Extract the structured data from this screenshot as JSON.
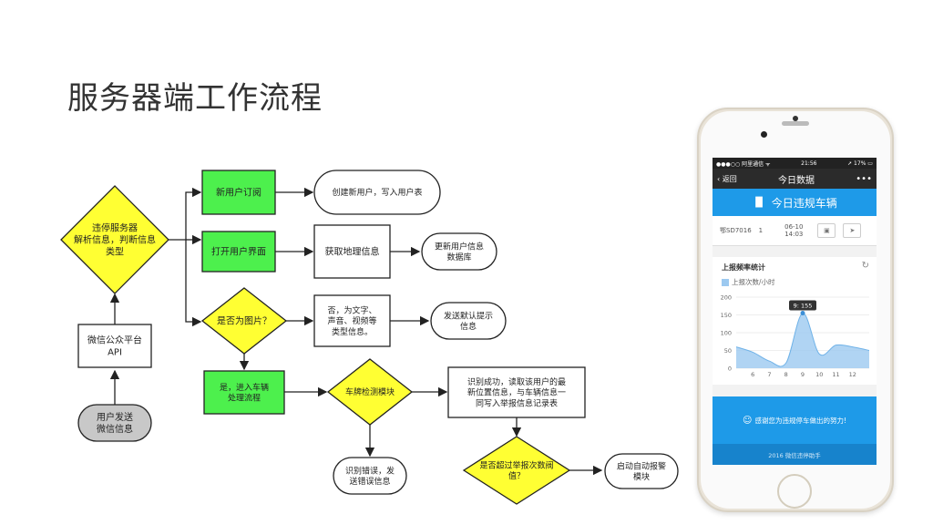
{
  "page": {
    "title": "服务器端工作流程"
  },
  "flow": {
    "n_user_send": [
      "用户发送",
      "微信信息"
    ],
    "n_api": [
      "微信公众平台",
      "API"
    ],
    "n_parse": [
      "违停服务器",
      "解析信息，判断信息",
      "类型"
    ],
    "n_subscribe": [
      "新用户订阅"
    ],
    "n_create": [
      "创建新用户，写入用户表"
    ],
    "n_open": [
      "打开用户界面"
    ],
    "n_geo": [
      "获取地理信息"
    ],
    "n_update": [
      "更新用户信息",
      "数据库"
    ],
    "n_is_image": [
      "是否为图片？"
    ],
    "n_other": [
      "否，为文字、",
      "声音、视频等",
      "类型信息。"
    ],
    "n_default": [
      "发送默认提示",
      "信息"
    ],
    "n_yes_vehicle": [
      "是，进入车辆",
      "处理流程"
    ],
    "n_plate": [
      "车牌检测模块"
    ],
    "n_success": [
      "识别成功，读取该用户的最",
      "新位置信息，与车辆信息一",
      "同写入举报信息记录表"
    ],
    "n_error": [
      "识别错误，发",
      "送错误信息"
    ],
    "n_threshold": [
      "是否超过举报次数阀",
      "值？"
    ],
    "n_alarm": [
      "启动自动报警",
      "模块"
    ]
  },
  "phone": {
    "status_left": "●●●○○ 阿里通信 ᯤ",
    "status_time": "21:56",
    "status_right": "➚ 17% ▭",
    "nav_back": "‹ 返回",
    "nav_title": "今日数据",
    "nav_more": "•••",
    "banner_title": "今日违规车辆",
    "record": {
      "plate": "鄂SD7016",
      "count": "1",
      "date": "06-10",
      "time": "14:03"
    },
    "chart_title": "上报频率统计",
    "legend": "上报次数/小时",
    "footer_msg": "感谢您为违规停车做出的努力!",
    "copyright": "2016 微信违停助手"
  },
  "chart_data": {
    "type": "area",
    "x": [
      5,
      6,
      7,
      8,
      9,
      10,
      11,
      12,
      13
    ],
    "values": [
      60,
      45,
      20,
      15,
      155,
      40,
      65,
      60,
      50
    ],
    "xticks": [
      "6",
      "7",
      "8",
      "9",
      "10",
      "11",
      "12"
    ],
    "yticks": [
      "0",
      "50",
      "100",
      "150",
      "200"
    ],
    "ylim": [
      0,
      200
    ],
    "tooltip": "9: 155",
    "color": "#9cc9f0"
  },
  "colors": {
    "diamond": "#ffff33",
    "green_box": "#4df04d",
    "start": "#c8c8c8",
    "accent": "#1e9ae8"
  }
}
